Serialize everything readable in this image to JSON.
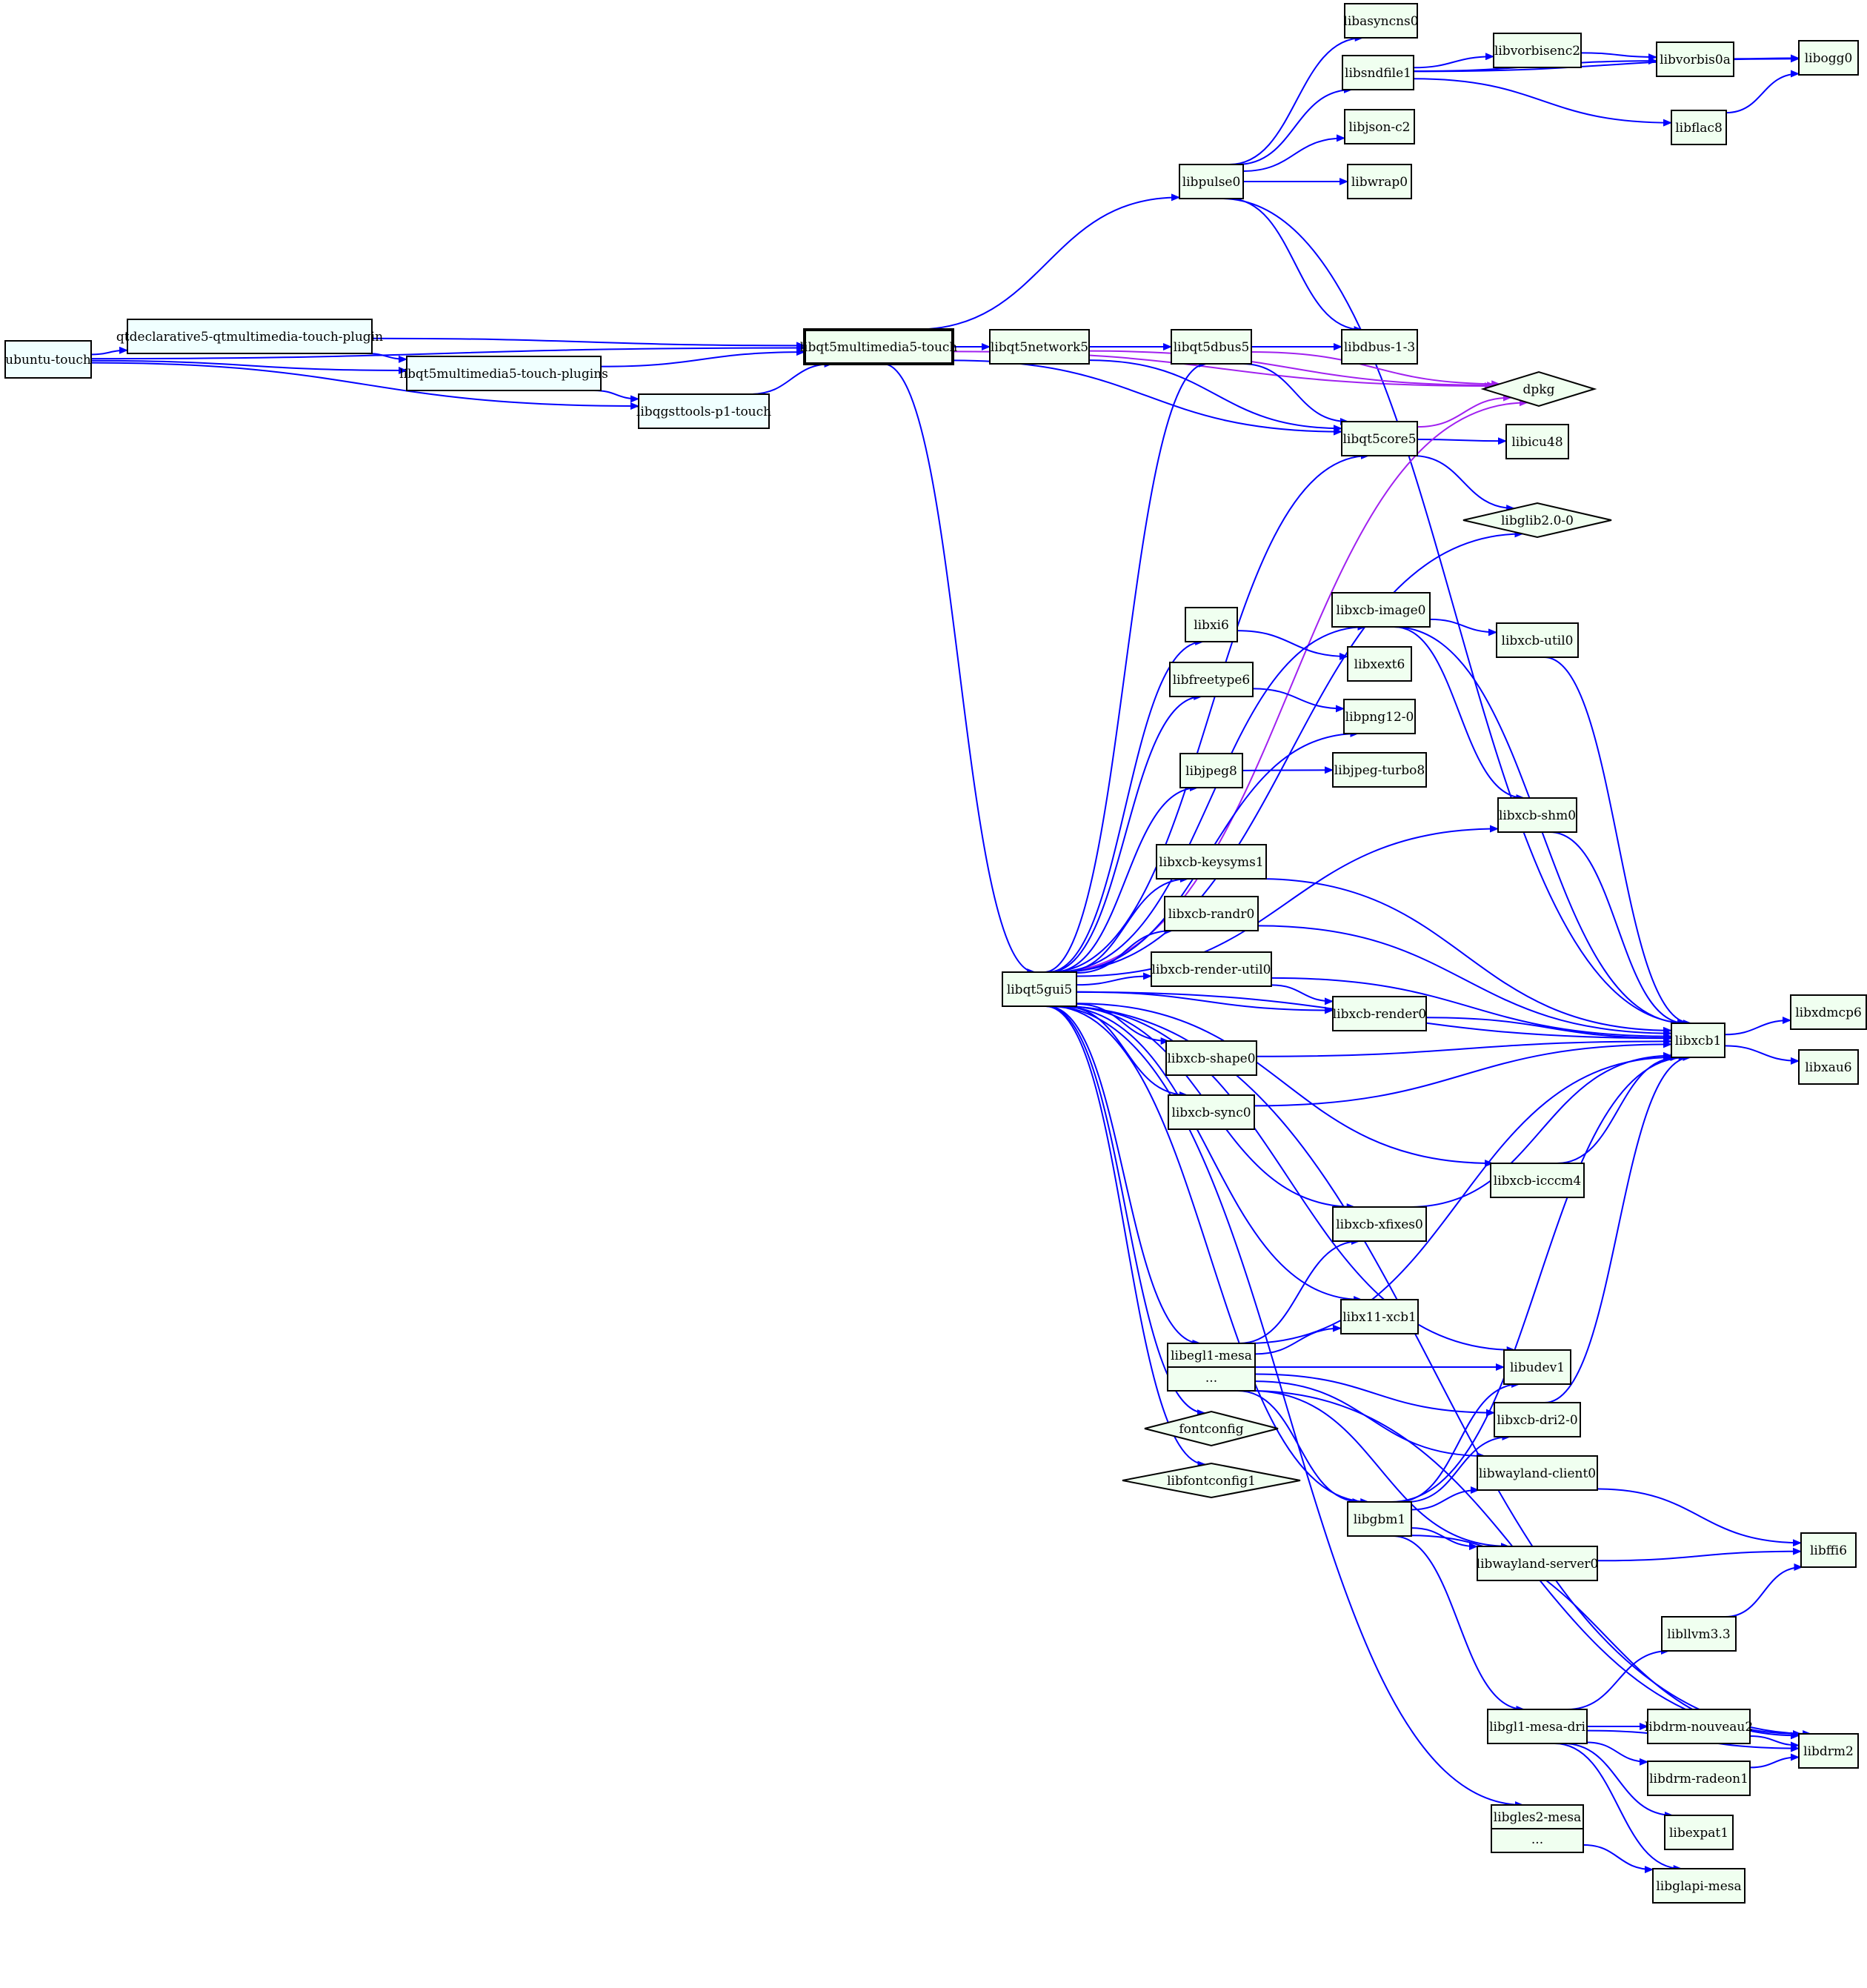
{
  "colors": {
    "edge_depends": "#0000ff",
    "edge_predepends": "#a020f0",
    "node_fill_default": "#f0fff0",
    "node_fill_highlight": "#f0ffff",
    "node_border": "#000000"
  },
  "nodes": [
    {
      "id": "ubuntu-touch",
      "label": "ubuntu-touch",
      "shape": "box",
      "fill": "highlight"
    },
    {
      "id": "qtdeclarative5-qtmultimedia-touch-plugin",
      "label": "qtdeclarative5-qtmultimedia-touch-plugin",
      "shape": "box",
      "fill": "highlight"
    },
    {
      "id": "libqt5multimedia5-touch-plugins",
      "label": "libqt5multimedia5-touch-plugins",
      "shape": "box",
      "fill": "highlight"
    },
    {
      "id": "libqgsttools-p1-touch",
      "label": "libqgsttools-p1-touch",
      "shape": "box",
      "fill": "highlight"
    },
    {
      "id": "libqt5multimedia5-touch",
      "label": "libqt5multimedia5-touch",
      "shape": "box",
      "fill": "default",
      "root": true
    },
    {
      "id": "libpulse0",
      "label": "libpulse0",
      "shape": "box",
      "fill": "default"
    },
    {
      "id": "libasyncns0",
      "label": "libasyncns0",
      "shape": "box",
      "fill": "default"
    },
    {
      "id": "libsndfile1",
      "label": "libsndfile1",
      "shape": "box",
      "fill": "default"
    },
    {
      "id": "libjson-c2",
      "label": "libjson-c2",
      "shape": "box",
      "fill": "default"
    },
    {
      "id": "libwrap0",
      "label": "libwrap0",
      "shape": "box",
      "fill": "default"
    },
    {
      "id": "libvorbisenc2",
      "label": "libvorbisenc2",
      "shape": "box",
      "fill": "default"
    },
    {
      "id": "libvorbis0a",
      "label": "libvorbis0a",
      "shape": "box",
      "fill": "default"
    },
    {
      "id": "libogg0",
      "label": "libogg0",
      "shape": "box",
      "fill": "default"
    },
    {
      "id": "libflac8",
      "label": "libflac8",
      "shape": "box",
      "fill": "default"
    },
    {
      "id": "libqt5network5",
      "label": "libqt5network5",
      "shape": "box",
      "fill": "default"
    },
    {
      "id": "libqt5dbus5",
      "label": "libqt5dbus5",
      "shape": "box",
      "fill": "default"
    },
    {
      "id": "libdbus-1-3",
      "label": "libdbus-1-3",
      "shape": "box",
      "fill": "default"
    },
    {
      "id": "dpkg",
      "label": "dpkg",
      "shape": "diamond",
      "fill": "default"
    },
    {
      "id": "libqt5core5",
      "label": "libqt5core5",
      "shape": "box",
      "fill": "default"
    },
    {
      "id": "libicu48",
      "label": "libicu48",
      "shape": "box",
      "fill": "default"
    },
    {
      "id": "libglib2.0-0",
      "label": "libglib2.0-0",
      "shape": "diamond",
      "fill": "default"
    },
    {
      "id": "libxcb-image0",
      "label": "libxcb-image0",
      "shape": "box",
      "fill": "default"
    },
    {
      "id": "libxi6",
      "label": "libxi6",
      "shape": "box",
      "fill": "default"
    },
    {
      "id": "libxcb-util0",
      "label": "libxcb-util0",
      "shape": "box",
      "fill": "default"
    },
    {
      "id": "libxext6",
      "label": "libxext6",
      "shape": "box",
      "fill": "default"
    },
    {
      "id": "libfreetype6",
      "label": "libfreetype6",
      "shape": "box",
      "fill": "default"
    },
    {
      "id": "libpng12-0",
      "label": "libpng12-0",
      "shape": "box",
      "fill": "default"
    },
    {
      "id": "libjpeg8",
      "label": "libjpeg8",
      "shape": "box",
      "fill": "default"
    },
    {
      "id": "libjpeg-turbo8",
      "label": "libjpeg-turbo8",
      "shape": "box",
      "fill": "default"
    },
    {
      "id": "libxcb-shm0",
      "label": "libxcb-shm0",
      "shape": "box",
      "fill": "default"
    },
    {
      "id": "libxcb-keysyms1",
      "label": "libxcb-keysyms1",
      "shape": "box",
      "fill": "default"
    },
    {
      "id": "libxcb-randr0",
      "label": "libxcb-randr0",
      "shape": "box",
      "fill": "default"
    },
    {
      "id": "libqt5gui5",
      "label": "libqt5gui5",
      "shape": "box",
      "fill": "default"
    },
    {
      "id": "libxcb-render-util0",
      "label": "libxcb-render-util0",
      "shape": "box",
      "fill": "default"
    },
    {
      "id": "libxcb-render0",
      "label": "libxcb-render0",
      "shape": "box",
      "fill": "default"
    },
    {
      "id": "libxcb1",
      "label": "libxcb1",
      "shape": "box",
      "fill": "default"
    },
    {
      "id": "libxdmcp6",
      "label": "libxdmcp6",
      "shape": "box",
      "fill": "default"
    },
    {
      "id": "libxau6",
      "label": "libxau6",
      "shape": "box",
      "fill": "default"
    },
    {
      "id": "libxcb-shape0",
      "label": "libxcb-shape0",
      "shape": "box",
      "fill": "default"
    },
    {
      "id": "libxcb-sync0",
      "label": "libxcb-sync0",
      "shape": "box",
      "fill": "default"
    },
    {
      "id": "libxcb-icccm4",
      "label": "libxcb-icccm4",
      "shape": "box",
      "fill": "default"
    },
    {
      "id": "libxcb-xfixes0",
      "label": "libxcb-xfixes0",
      "shape": "box",
      "fill": "default"
    },
    {
      "id": "libx11-xcb1",
      "label": "libx11-xcb1",
      "shape": "box",
      "fill": "default"
    },
    {
      "id": "libegl1-mesa",
      "label": "libegl1-mesa",
      "sub": "...",
      "shape": "record",
      "fill": "default"
    },
    {
      "id": "libudev1",
      "label": "libudev1",
      "shape": "box",
      "fill": "default"
    },
    {
      "id": "libxcb-dri2-0",
      "label": "libxcb-dri2-0",
      "shape": "box",
      "fill": "default"
    },
    {
      "id": "fontconfig",
      "label": "fontconfig",
      "shape": "diamond",
      "fill": "default"
    },
    {
      "id": "libwayland-client0",
      "label": "libwayland-client0",
      "shape": "box",
      "fill": "default"
    },
    {
      "id": "libfontconfig1",
      "label": "libfontconfig1",
      "shape": "diamond",
      "fill": "default"
    },
    {
      "id": "libgbm1",
      "label": "libgbm1",
      "shape": "box",
      "fill": "default"
    },
    {
      "id": "libffi6",
      "label": "libffi6",
      "shape": "box",
      "fill": "default"
    },
    {
      "id": "libwayland-server0",
      "label": "libwayland-server0",
      "shape": "box",
      "fill": "default"
    },
    {
      "id": "libllvm3.3",
      "label": "libllvm3.3",
      "shape": "box",
      "fill": "default"
    },
    {
      "id": "libgl1-mesa-dri",
      "label": "libgl1-mesa-dri",
      "shape": "box",
      "fill": "default"
    },
    {
      "id": "libdrm-nouveau2",
      "label": "libdrm-nouveau2",
      "shape": "box",
      "fill": "default"
    },
    {
      "id": "libdrm2",
      "label": "libdrm2",
      "shape": "box",
      "fill": "default"
    },
    {
      "id": "libdrm-radeon1",
      "label": "libdrm-radeon1",
      "shape": "box",
      "fill": "default"
    },
    {
      "id": "libexpat1",
      "label": "libexpat1",
      "shape": "box",
      "fill": "default"
    },
    {
      "id": "libgles2-mesa",
      "label": "libgles2-mesa",
      "sub": "...",
      "shape": "record",
      "fill": "default"
    },
    {
      "id": "libglapi-mesa",
      "label": "libglapi-mesa",
      "shape": "box",
      "fill": "default"
    }
  ],
  "edges": [
    {
      "from": "ubuntu-touch",
      "to": "qtdeclarative5-qtmultimedia-touch-plugin",
      "kind": "depends"
    },
    {
      "from": "ubuntu-touch",
      "to": "libqt5multimedia5-touch",
      "kind": "depends"
    },
    {
      "from": "ubuntu-touch",
      "to": "libqt5multimedia5-touch-plugins",
      "kind": "depends"
    },
    {
      "from": "ubuntu-touch",
      "to": "libqgsttools-p1-touch",
      "kind": "depends"
    },
    {
      "from": "qtdeclarative5-qtmultimedia-touch-plugin",
      "to": "libqt5multimedia5-touch",
      "kind": "depends"
    },
    {
      "from": "qtdeclarative5-qtmultimedia-touch-plugin",
      "to": "libqt5multimedia5-touch-plugins",
      "kind": "depends"
    },
    {
      "from": "libqt5multimedia5-touch-plugins",
      "to": "libqt5multimedia5-touch",
      "kind": "depends"
    },
    {
      "from": "libqt5multimedia5-touch-plugins",
      "to": "libqgsttools-p1-touch",
      "kind": "depends"
    },
    {
      "from": "libqgsttools-p1-touch",
      "to": "libqt5multimedia5-touch",
      "kind": "depends"
    },
    {
      "from": "libqt5multimedia5-touch",
      "to": "libpulse0",
      "kind": "depends"
    },
    {
      "from": "libqt5multimedia5-touch",
      "to": "dpkg",
      "kind": "predepends"
    },
    {
      "from": "libqt5multimedia5-touch",
      "to": "libqt5network5",
      "kind": "depends"
    },
    {
      "from": "libqt5multimedia5-touch",
      "to": "libqt5core5",
      "kind": "depends"
    },
    {
      "from": "libqt5multimedia5-touch",
      "to": "libqt5gui5",
      "kind": "depends"
    },
    {
      "from": "libpulse0",
      "to": "libasyncns0",
      "kind": "depends"
    },
    {
      "from": "libpulse0",
      "to": "libsndfile1",
      "kind": "depends"
    },
    {
      "from": "libpulse0",
      "to": "libjson-c2",
      "kind": "depends"
    },
    {
      "from": "libpulse0",
      "to": "libwrap0",
      "kind": "depends"
    },
    {
      "from": "libpulse0",
      "to": "libdbus-1-3",
      "kind": "depends"
    },
    {
      "from": "libpulse0",
      "to": "libxcb1",
      "kind": "depends"
    },
    {
      "from": "libsndfile1",
      "to": "libvorbisenc2",
      "kind": "depends"
    },
    {
      "from": "libsndfile1",
      "to": "libvorbis0a",
      "kind": "depends"
    },
    {
      "from": "libsndfile1",
      "to": "libogg0",
      "kind": "depends"
    },
    {
      "from": "libsndfile1",
      "to": "libflac8",
      "kind": "depends"
    },
    {
      "from": "libvorbisenc2",
      "to": "libvorbis0a",
      "kind": "depends"
    },
    {
      "from": "libvorbis0a",
      "to": "libogg0",
      "kind": "depends"
    },
    {
      "from": "libflac8",
      "to": "libogg0",
      "kind": "depends"
    },
    {
      "from": "libqt5network5",
      "to": "libqt5dbus5",
      "kind": "depends"
    },
    {
      "from": "libqt5network5",
      "to": "libqt5core5",
      "kind": "depends"
    },
    {
      "from": "libqt5network5",
      "to": "dpkg",
      "kind": "predepends"
    },
    {
      "from": "libqt5dbus5",
      "to": "libdbus-1-3",
      "kind": "depends"
    },
    {
      "from": "libqt5dbus5",
      "to": "libqt5core5",
      "kind": "depends"
    },
    {
      "from": "libqt5dbus5",
      "to": "dpkg",
      "kind": "predepends"
    },
    {
      "from": "libqt5core5",
      "to": "libicu48",
      "kind": "depends"
    },
    {
      "from": "libqt5core5",
      "to": "libglib2.0-0",
      "kind": "depends"
    },
    {
      "from": "libqt5core5",
      "to": "dpkg",
      "kind": "predepends"
    },
    {
      "from": "libqt5gui5",
      "to": "libqt5dbus5",
      "kind": "depends"
    },
    {
      "from": "libqt5gui5",
      "to": "libqt5core5",
      "kind": "depends"
    },
    {
      "from": "libqt5gui5",
      "to": "dpkg",
      "kind": "predepends"
    },
    {
      "from": "libqt5gui5",
      "to": "libglib2.0-0",
      "kind": "depends"
    },
    {
      "from": "libqt5gui5",
      "to": "libxcb-image0",
      "kind": "depends"
    },
    {
      "from": "libqt5gui5",
      "to": "libxi6",
      "kind": "depends"
    },
    {
      "from": "libqt5gui5",
      "to": "libfreetype6",
      "kind": "depends"
    },
    {
      "from": "libqt5gui5",
      "to": "libpng12-0",
      "kind": "depends"
    },
    {
      "from": "libqt5gui5",
      "to": "libjpeg8",
      "kind": "depends"
    },
    {
      "from": "libqt5gui5",
      "to": "libxcb-shm0",
      "kind": "depends"
    },
    {
      "from": "libqt5gui5",
      "to": "libxcb-keysyms1",
      "kind": "depends"
    },
    {
      "from": "libqt5gui5",
      "to": "libxcb-randr0",
      "kind": "depends"
    },
    {
      "from": "libqt5gui5",
      "to": "libxcb-render-util0",
      "kind": "depends"
    },
    {
      "from": "libqt5gui5",
      "to": "libxcb-render0",
      "kind": "depends"
    },
    {
      "from": "libqt5gui5",
      "to": "libxcb-shape0",
      "kind": "depends"
    },
    {
      "from": "libqt5gui5",
      "to": "libxcb-sync0",
      "kind": "depends"
    },
    {
      "from": "libqt5gui5",
      "to": "libxcb1",
      "kind": "depends"
    },
    {
      "from": "libqt5gui5",
      "to": "libxcb-icccm4",
      "kind": "depends"
    },
    {
      "from": "libqt5gui5",
      "to": "libxcb-xfixes0",
      "kind": "depends"
    },
    {
      "from": "libqt5gui5",
      "to": "libudev1",
      "kind": "depends"
    },
    {
      "from": "libqt5gui5",
      "to": "libx11-xcb1",
      "kind": "depends"
    },
    {
      "from": "libqt5gui5",
      "to": "libegl1-mesa",
      "kind": "depends"
    },
    {
      "from": "libqt5gui5",
      "to": "fontconfig",
      "kind": "depends"
    },
    {
      "from": "libqt5gui5",
      "to": "libfontconfig1",
      "kind": "depends"
    },
    {
      "from": "libqt5gui5",
      "to": "libgbm1",
      "kind": "depends"
    },
    {
      "from": "libqt5gui5",
      "to": "libgles2-mesa",
      "kind": "depends"
    },
    {
      "from": "libqt5gui5",
      "to": "libdrm2",
      "kind": "depends"
    },
    {
      "from": "libxcb-image0",
      "to": "libxcb-util0",
      "kind": "depends"
    },
    {
      "from": "libxcb-image0",
      "to": "libxcb-shm0",
      "kind": "depends"
    },
    {
      "from": "libxcb-image0",
      "to": "libxcb1",
      "kind": "depends"
    },
    {
      "from": "libxcb-util0",
      "to": "libxcb1",
      "kind": "depends"
    },
    {
      "from": "libxi6",
      "to": "libxext6",
      "kind": "depends"
    },
    {
      "from": "libfreetype6",
      "to": "libpng12-0",
      "kind": "depends"
    },
    {
      "from": "libjpeg8",
      "to": "libjpeg-turbo8",
      "kind": "depends"
    },
    {
      "from": "libxcb-shm0",
      "to": "libxcb1",
      "kind": "depends"
    },
    {
      "from": "libxcb-keysyms1",
      "to": "libxcb1",
      "kind": "depends"
    },
    {
      "from": "libxcb-randr0",
      "to": "libxcb1",
      "kind": "depends"
    },
    {
      "from": "libxcb-render-util0",
      "to": "libxcb-render0",
      "kind": "depends"
    },
    {
      "from": "libxcb-render-util0",
      "to": "libxcb1",
      "kind": "depends"
    },
    {
      "from": "libxcb-render0",
      "to": "libxcb1",
      "kind": "depends"
    },
    {
      "from": "libxcb-shape0",
      "to": "libxcb1",
      "kind": "depends"
    },
    {
      "from": "libxcb-sync0",
      "to": "libxcb1",
      "kind": "depends"
    },
    {
      "from": "libxcb-icccm4",
      "to": "libxcb1",
      "kind": "depends"
    },
    {
      "from": "libxcb-xfixes0",
      "to": "libxcb1",
      "kind": "depends"
    },
    {
      "from": "libxcb1",
      "to": "libxdmcp6",
      "kind": "depends"
    },
    {
      "from": "libxcb1",
      "to": "libxau6",
      "kind": "depends"
    },
    {
      "from": "libegl1-mesa",
      "to": "libxcb-xfixes0",
      "kind": "depends"
    },
    {
      "from": "libegl1-mesa",
      "to": "libx11-xcb1",
      "kind": "depends"
    },
    {
      "from": "libegl1-mesa",
      "to": "libudev1",
      "kind": "depends"
    },
    {
      "from": "libegl1-mesa",
      "to": "libxcb-dri2-0",
      "kind": "depends"
    },
    {
      "from": "libegl1-mesa",
      "to": "libwayland-client0",
      "kind": "depends"
    },
    {
      "from": "libegl1-mesa",
      "to": "libxcb1",
      "kind": "depends"
    },
    {
      "from": "libegl1-mesa",
      "to": "libgbm1",
      "kind": "depends"
    },
    {
      "from": "libegl1-mesa",
      "to": "libwayland-server0",
      "kind": "depends"
    },
    {
      "from": "libegl1-mesa",
      "to": "libdrm2",
      "kind": "depends"
    },
    {
      "from": "libxcb-dri2-0",
      "to": "libxcb1",
      "kind": "depends"
    },
    {
      "from": "libwayland-client0",
      "to": "libffi6",
      "kind": "depends"
    },
    {
      "from": "libgbm1",
      "to": "libudev1",
      "kind": "depends"
    },
    {
      "from": "libgbm1",
      "to": "libxcb-dri2-0",
      "kind": "depends"
    },
    {
      "from": "libgbm1",
      "to": "libwayland-client0",
      "kind": "depends"
    },
    {
      "from": "libgbm1",
      "to": "libwayland-server0",
      "kind": "depends"
    },
    {
      "from": "libgbm1",
      "to": "libgl1-mesa-dri",
      "kind": "depends"
    },
    {
      "from": "libgbm1",
      "to": "libxcb1",
      "kind": "depends"
    },
    {
      "from": "libgbm1",
      "to": "libdrm2",
      "kind": "depends"
    },
    {
      "from": "libwayland-server0",
      "to": "libffi6",
      "kind": "depends"
    },
    {
      "from": "libllvm3.3",
      "to": "libffi6",
      "kind": "depends"
    },
    {
      "from": "libgl1-mesa-dri",
      "to": "libllvm3.3",
      "kind": "depends"
    },
    {
      "from": "libgl1-mesa-dri",
      "to": "libdrm-nouveau2",
      "kind": "depends"
    },
    {
      "from": "libgl1-mesa-dri",
      "to": "libdrm2",
      "kind": "depends"
    },
    {
      "from": "libgl1-mesa-dri",
      "to": "libdrm-radeon1",
      "kind": "depends"
    },
    {
      "from": "libgl1-mesa-dri",
      "to": "libexpat1",
      "kind": "depends"
    },
    {
      "from": "libgl1-mesa-dri",
      "to": "libglapi-mesa",
      "kind": "depends"
    },
    {
      "from": "libdrm-nouveau2",
      "to": "libdrm2",
      "kind": "depends"
    },
    {
      "from": "libdrm-radeon1",
      "to": "libdrm2",
      "kind": "depends"
    },
    {
      "from": "libgles2-mesa",
      "to": "libglapi-mesa",
      "kind": "depends"
    }
  ]
}
